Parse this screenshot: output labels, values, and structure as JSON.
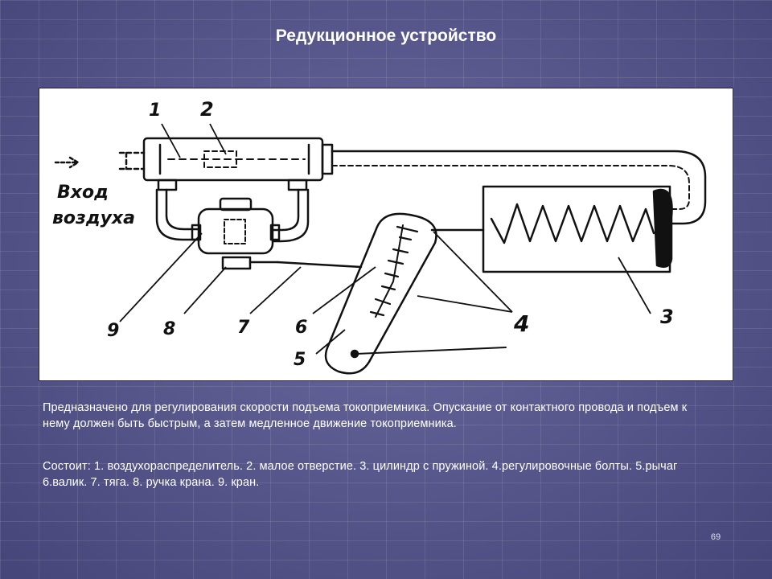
{
  "slide": {
    "title": "Редукционное устройство",
    "page_number": "69"
  },
  "diagram": {
    "input_label_line1": "Вход",
    "input_label_line2": "воздуха",
    "callouts": [
      "1",
      "2",
      "3",
      "4",
      "5",
      "6",
      "7",
      "8",
      "9"
    ]
  },
  "text": {
    "description": "Предназначено для регулирования скорости подъема токоприемника. Опускание от контактного провода и подъем к нему должен быть быстрым, а затем медленное движение токоприемника.",
    "composition": "Состоит: 1. воздухораспределитель. 2. малое отверстие. 3. цилиндр с пружиной. 4.регулировочные болты. 5.рычаг 6.валик.  7. тяга.  8. ручка крана.  9. кран."
  }
}
